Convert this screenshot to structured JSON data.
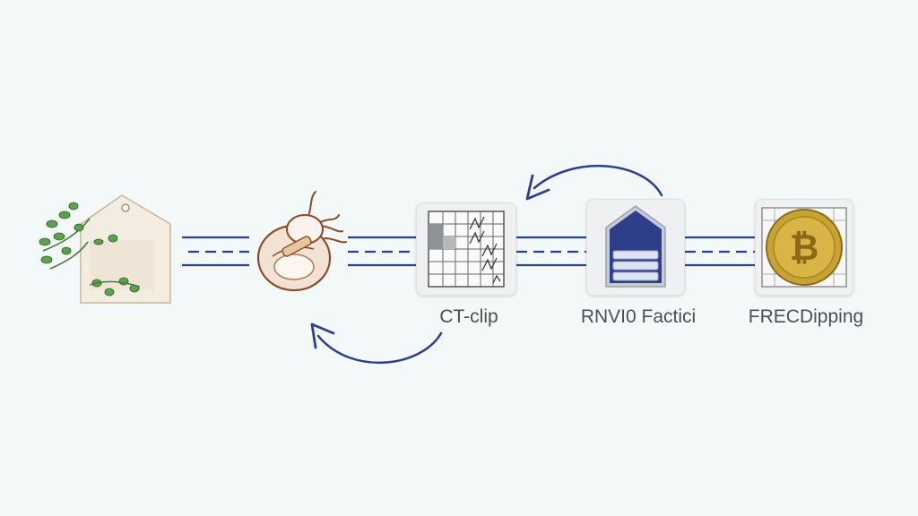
{
  "diagram": {
    "colors": {
      "background": "#f3f8f9",
      "connector": "#2e3f8f",
      "label": "#4a4e57",
      "coin": "#c9a236"
    },
    "nodes": [
      {
        "id": "tag",
        "icon": "price-tag-icon",
        "label": ""
      },
      {
        "id": "bug",
        "icon": "beetle-icon",
        "label": ""
      },
      {
        "id": "ct-clip",
        "icon": "grid-chart-icon",
        "label": "CT-clip"
      },
      {
        "id": "rnvi0",
        "icon": "server-shield-icon",
        "label": "RNVI0 Factici"
      },
      {
        "id": "frec",
        "icon": "bitcoin-icon",
        "label": "FRECDipping"
      }
    ],
    "arrows": [
      {
        "from": "rnvi0",
        "to": "ct-clip",
        "direction": "backward-top"
      },
      {
        "from": "ct-clip",
        "to": "bug",
        "direction": "backward-bottom"
      }
    ]
  }
}
